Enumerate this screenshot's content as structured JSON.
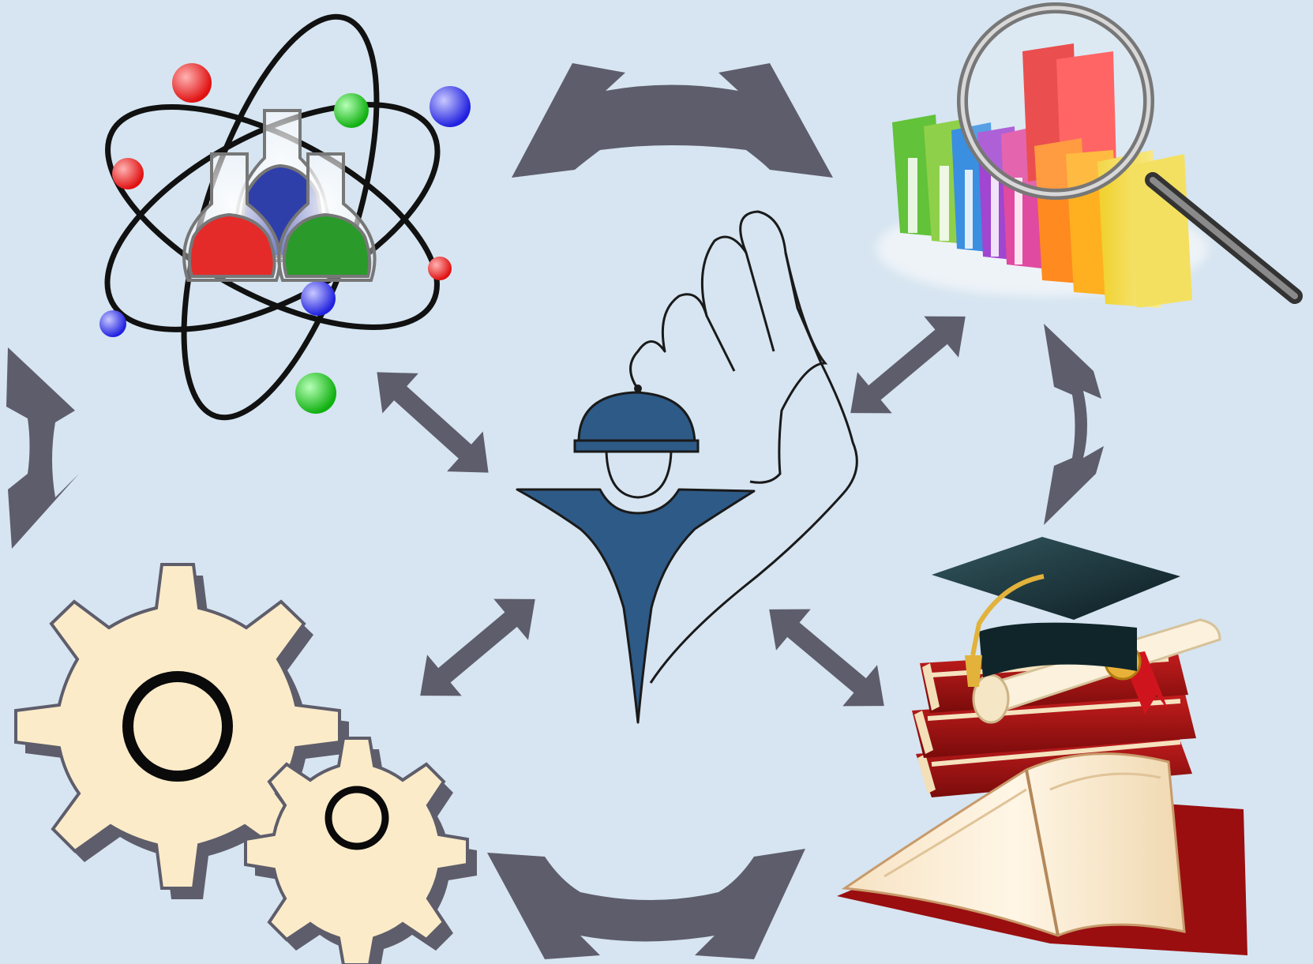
{
  "diagram": {
    "background": "#d6e5f1",
    "arrow_color": "#5e5d6b",
    "center_logo": {
      "icon": "hand-holding-bell-figure-icon",
      "fill_color": "#2e5a87"
    },
    "nodes": [
      {
        "id": "science",
        "icon": "atom-with-flasks-icon",
        "position": "top-left"
      },
      {
        "id": "information",
        "icon": "folders-magnifier-icon",
        "position": "top-right"
      },
      {
        "id": "engineering",
        "icon": "gears-icon",
        "position": "bottom-left"
      },
      {
        "id": "education",
        "icon": "books-graduation-cap-icon",
        "position": "bottom-right"
      }
    ],
    "connections": [
      {
        "from": "science",
        "to": "information",
        "type": "curved-bidirectional"
      },
      {
        "from": "information",
        "to": "education",
        "type": "curved-bidirectional"
      },
      {
        "from": "education",
        "to": "engineering",
        "type": "curved-bidirectional"
      },
      {
        "from": "engineering",
        "to": "science",
        "type": "curved-bidirectional"
      },
      {
        "from": "center",
        "to": "science",
        "type": "straight-bidirectional"
      },
      {
        "from": "center",
        "to": "information",
        "type": "straight-bidirectional"
      },
      {
        "from": "center",
        "to": "engineering",
        "type": "straight-bidirectional"
      },
      {
        "from": "center",
        "to": "education",
        "type": "straight-bidirectional"
      }
    ]
  }
}
